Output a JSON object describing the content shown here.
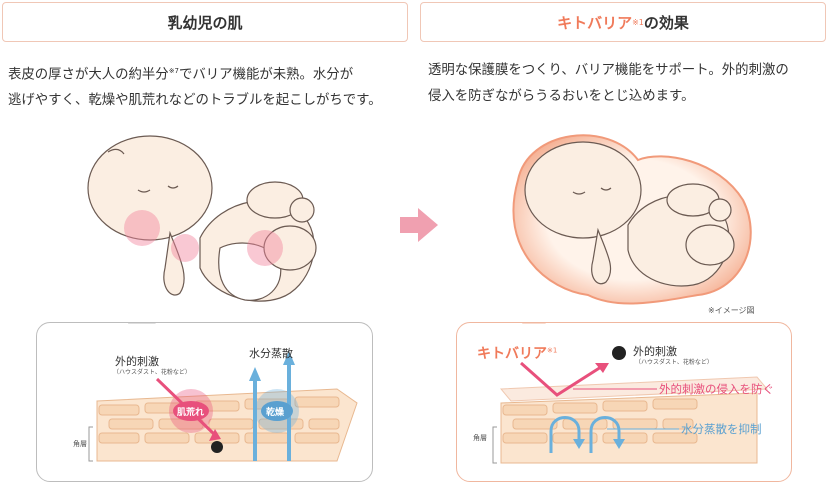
{
  "left": {
    "title": "乳幼児の肌",
    "desc_line1": "表皮の厚さが大人の約半分",
    "desc_sup": "※7",
    "desc_line1_end": "でバリア機能が未熟。水分が",
    "desc_line2": "逃げやすく、乾燥や肌荒れなどのトラブルを起こしがちです。",
    "stimulus": "外的刺激",
    "stimulus_sub": "（ハウスダスト、花粉など）",
    "evaporation": "水分蒸散",
    "badge_rough": "肌荒れ",
    "badge_dry": "乾燥",
    "stratum": "角層"
  },
  "right": {
    "title_accent": "キトバリア",
    "title_sup": "※1",
    "title_rest": "の効果",
    "desc_line1": "透明な保護膜をつくり、バリア機能をサポート。外的刺激の",
    "desc_line2": "侵入を防ぎながらうるおいをとじ込めます。",
    "image_note": "※イメージ図",
    "brand": "キトバリア",
    "brand_sup": "※1",
    "stimulus": "外的刺激",
    "stimulus_sub": "（ハウスダスト、花粉など）",
    "block_label": "外的刺激の侵入を防ぐ",
    "suppress_label": "水分蒸散を抑制",
    "stratum": "角層"
  },
  "colors": {
    "accent": "#f07a5a",
    "pink": "#e8507c",
    "blue": "#6ab0dc",
    "arrow": "#f0a0b0",
    "skin": "#f7d6b6"
  }
}
